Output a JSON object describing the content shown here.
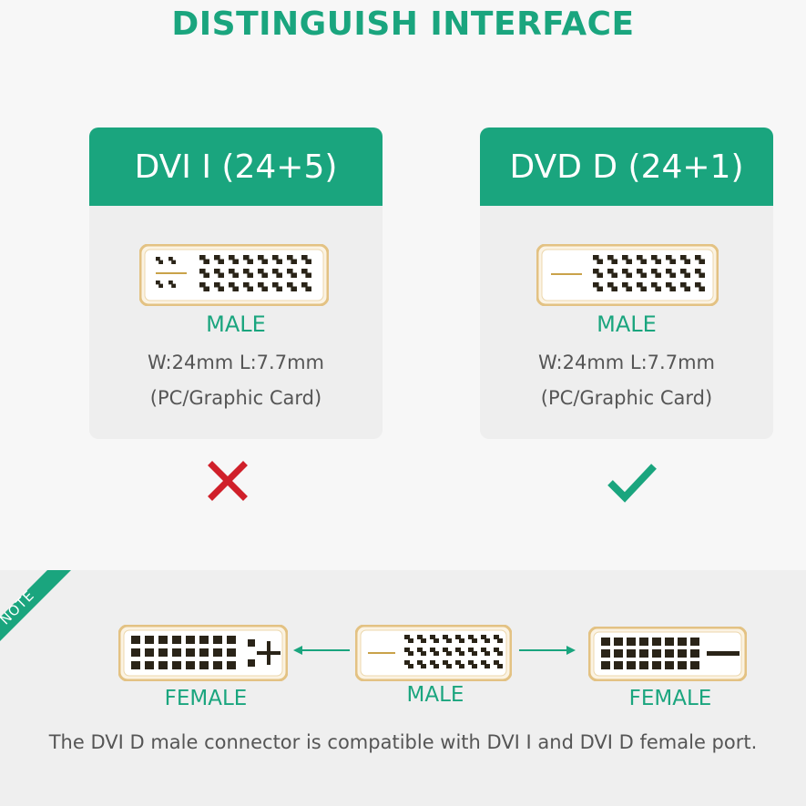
{
  "title": "DISTINGUISH INTERFACE",
  "cards": [
    {
      "header": "DVI I (24+5)",
      "label": "MALE",
      "dims": "W:24mm L:7.7mm",
      "usage": "(PC/Graphic Card)",
      "verdict": "x-icon"
    },
    {
      "header": "DVD D (24+1)",
      "label": "MALE",
      "dims": "W:24mm L:7.7mm",
      "usage": "(PC/Graphic Card)",
      "verdict": "check-icon"
    }
  ],
  "note": {
    "tag": "NOTE",
    "left_label": "FEMALE",
    "center_label": "MALE",
    "right_label": "FEMALE",
    "caption": "The DVI D male connector is compatible with DVI I and DVI D female port."
  },
  "colors": {
    "accent": "#1aa57e",
    "cross": "#d0202a",
    "gold": "#e3c283"
  }
}
